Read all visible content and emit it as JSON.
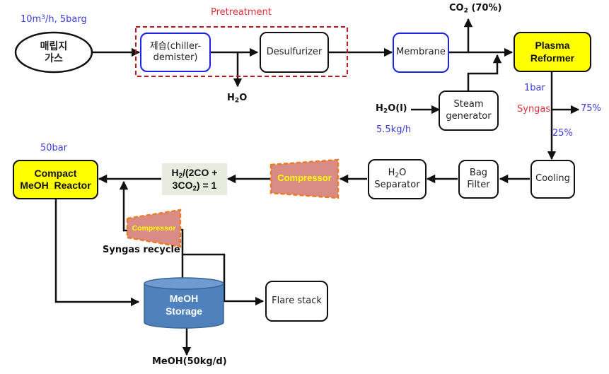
{
  "feed": {
    "label_line1": "매립지",
    "label_line2": "가스",
    "conditions_prefix": "10m",
    "conditions_sup": "3",
    "conditions_suffix": "/h, 5barg"
  },
  "pretreatment": {
    "group_label": "Pretreatment",
    "chiller_line1": "제습(chiller-",
    "chiller_line2": "demister)",
    "desulfurizer": "Desulfurizer",
    "water_out_prefix": "H",
    "water_out_sub": "2",
    "water_out_suffix": "O"
  },
  "membrane": {
    "label": "Membrane",
    "co2_prefix": "CO",
    "co2_sub": "2",
    "co2_suffix": " (70%)"
  },
  "steam": {
    "water_in_prefix": "H",
    "water_in_sub": "2",
    "water_in_suffix": "O(l)",
    "water_rate": "5.5kg/h",
    "label_line1": "Steam",
    "label_line2": "generator"
  },
  "reformer": {
    "label_line1": "Plasma",
    "label_line2": "Reformer",
    "pressure": "1bar",
    "syngas_label": "Syngas",
    "split_out": "75%",
    "split_down": "25%"
  },
  "cooling": {
    "label": "Cooling"
  },
  "bag_filter": {
    "label_line1": "Bag",
    "label_line2": "Filter"
  },
  "separator": {
    "label_prefix": "H",
    "label_sub": "2",
    "label_suffix": "O",
    "label_line2": "Separator"
  },
  "compressor_main": {
    "label": "Compressor"
  },
  "ratio": {
    "line1_prefix": "H",
    "line1_sub": "2",
    "line1_suffix": "/(2CO +",
    "line2_prefix": "3CO",
    "line2_sub": "2",
    "line2_suffix": ") = 1"
  },
  "reactor": {
    "pressure": "50bar",
    "label_line1": "Compact",
    "label_line2": "MeOH  Reactor"
  },
  "recycle": {
    "compressor_label": "Compressor",
    "label": "Syngas recycle"
  },
  "storage": {
    "label_line1": "MeOH",
    "label_line2": "Storage",
    "product": "MeOH(50kg/d)"
  },
  "flare": {
    "label": "Flare stack"
  },
  "colors": {
    "reactor_fill": "#ffff00",
    "membrane_border": "#1b23e6",
    "pretreatment_border": "#c0141e",
    "compressor_fill": "#d98b85",
    "compressor_border": "#ee7a22",
    "storage_fill": "#4f81bd",
    "annotation_blue": "#3b3bdc",
    "annotation_red": "#e0303a"
  }
}
